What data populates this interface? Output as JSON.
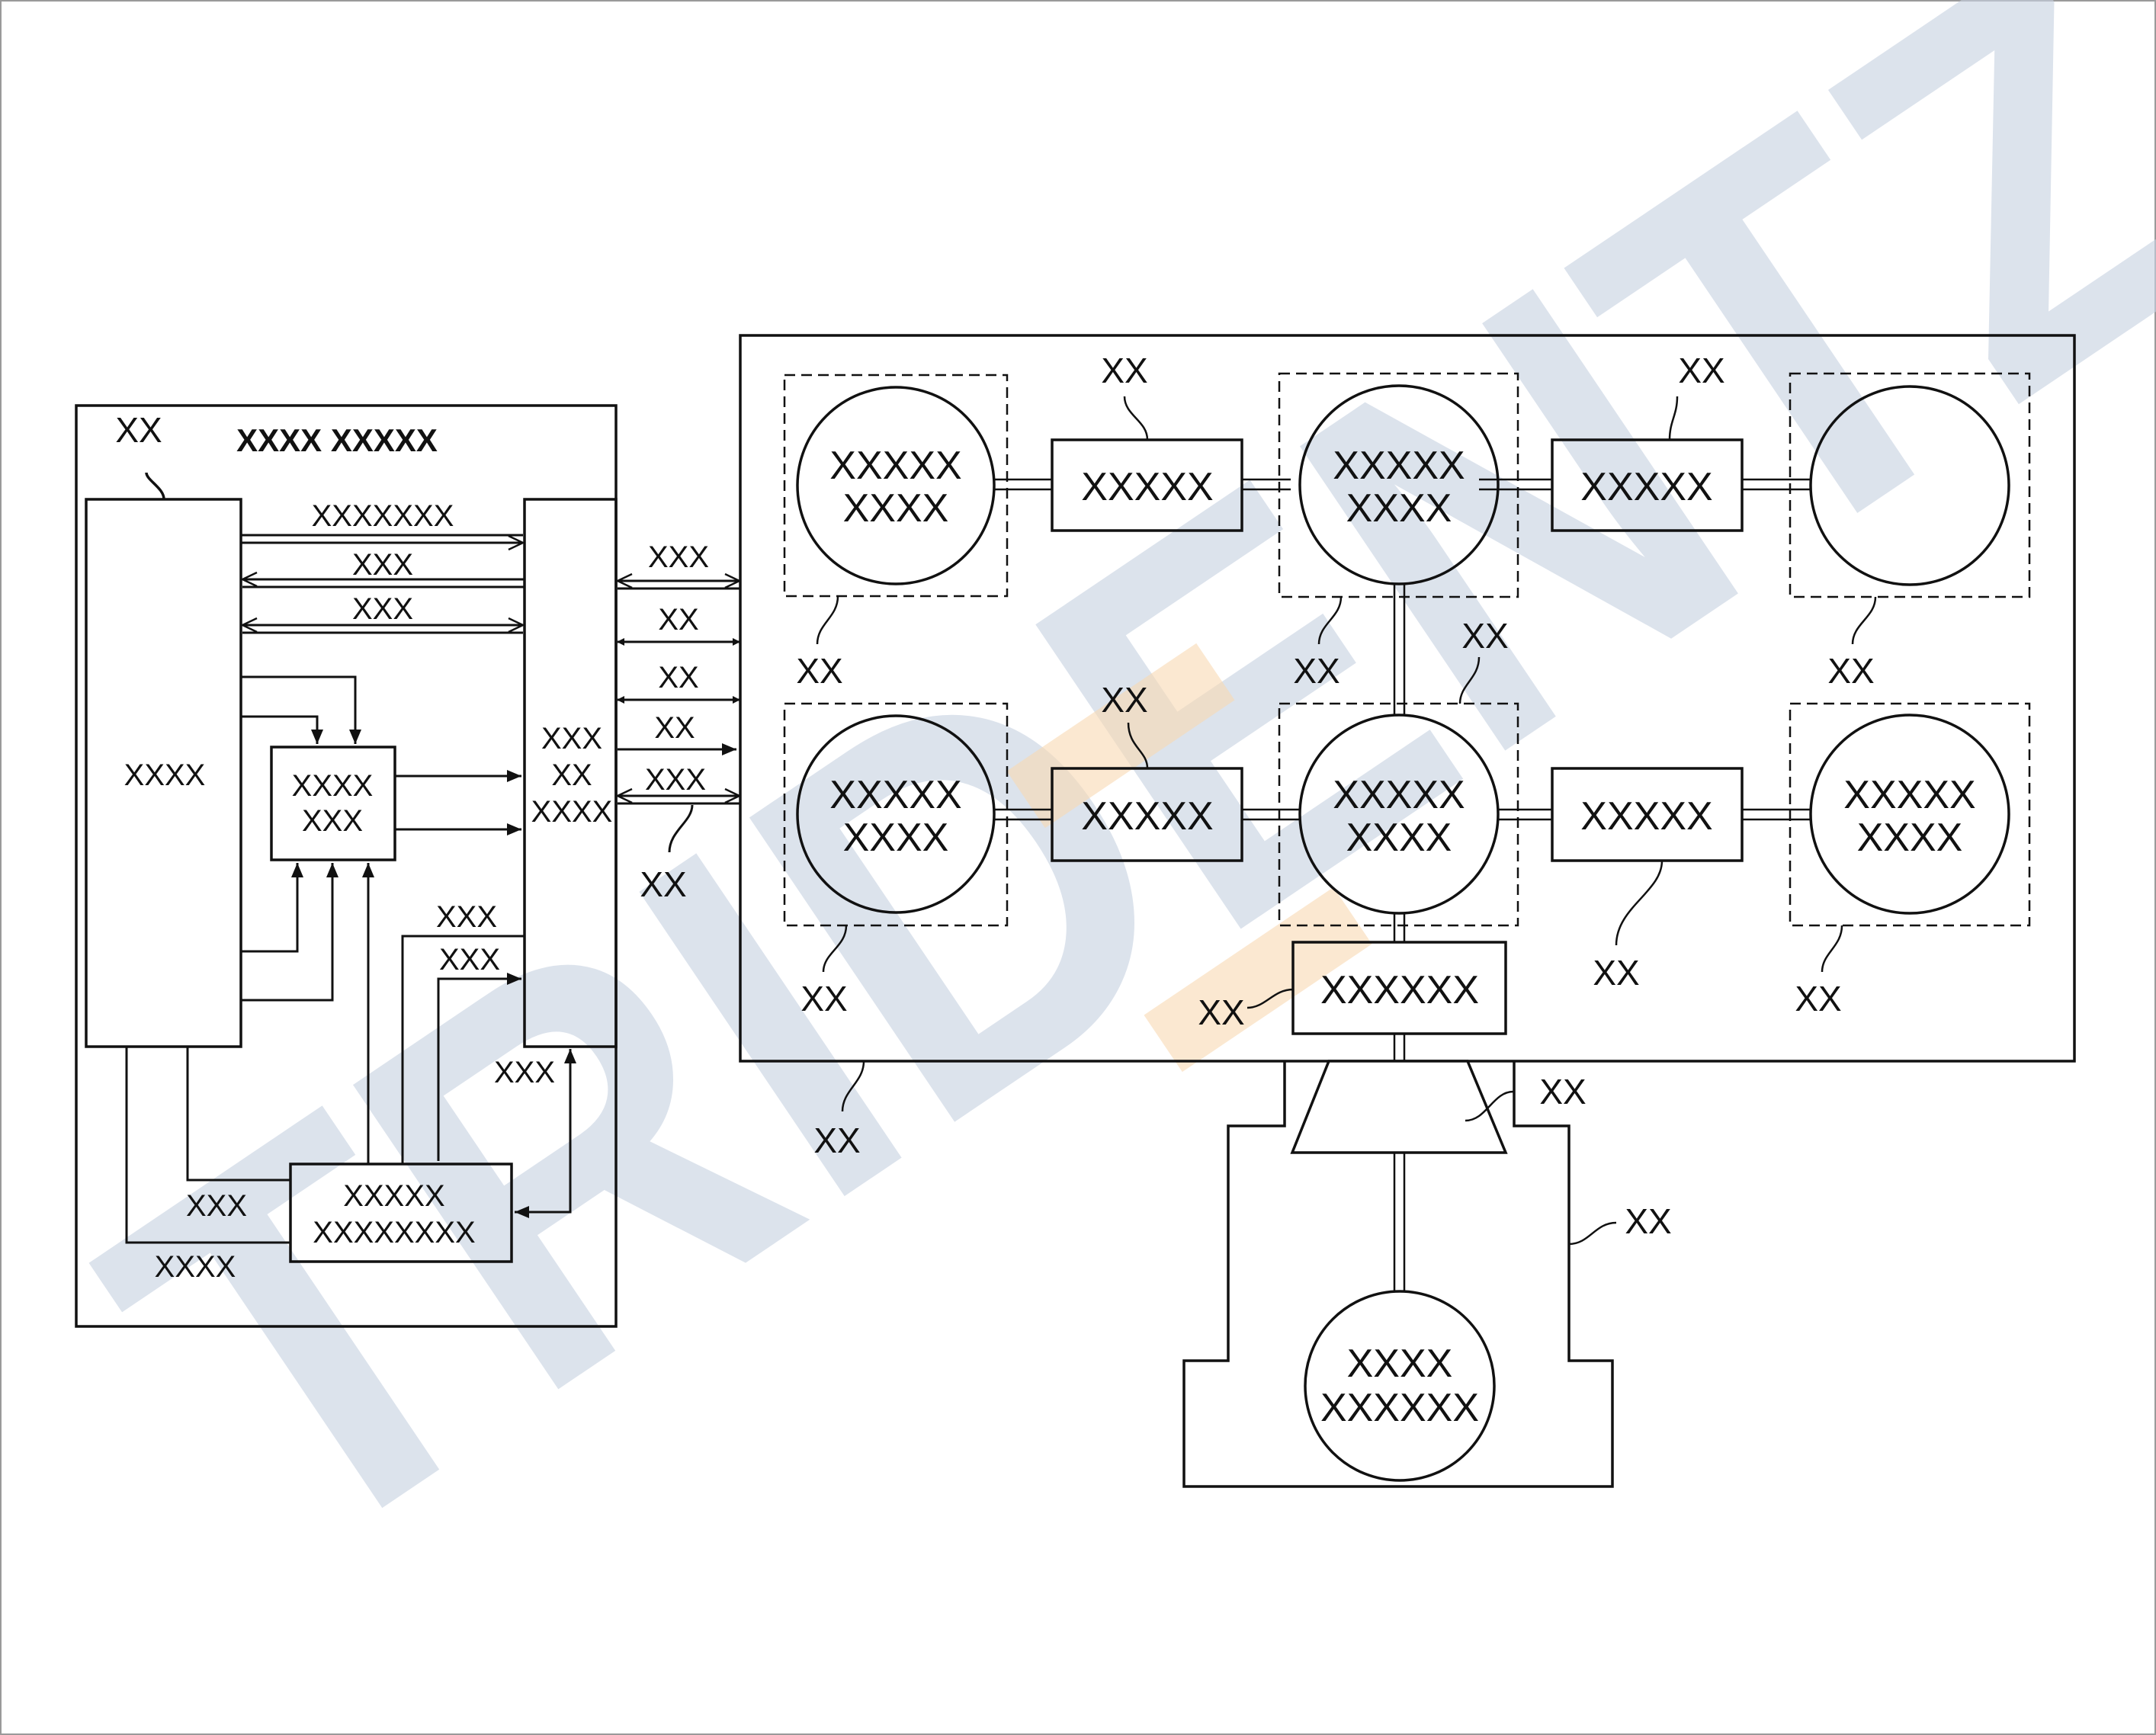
{
  "watermark": {
    "text": "TRIDENTZ",
    "color": "#c8d2e2",
    "accent_color": "#f8d9b2"
  },
  "left_unit": {
    "title": "XXXX XXXXX",
    "ref": "XX",
    "main_block": "XXXX",
    "inner_block": [
      "XXXX",
      "XXX"
    ],
    "interface_block": [
      "XXX",
      "XX",
      "XXXX"
    ],
    "bottom_block": [
      "XXXXX",
      "XXXXXXXX"
    ],
    "signals": {
      "s1": "XXXXXXX",
      "s2": "XXX",
      "s3": "XXX",
      "s4": "XXX",
      "s5": "XXX",
      "s6": "XXX",
      "s7": "XXX",
      "s8": "XXXX"
    }
  },
  "links": {
    "l1": "XXX",
    "l2": "XX",
    "l3": "XX",
    "l4": "XX",
    "l5": "XXX",
    "ref": "XX"
  },
  "right_unit": {
    "ref": "XX",
    "circles": {
      "c1": [
        "XXXXX",
        "XXXX"
      ],
      "c2": [
        "XXXXX",
        "XXXX"
      ],
      "c4": [
        "XXXXX",
        "XXXX"
      ],
      "c5": [
        "XXXXX",
        "XXXX"
      ],
      "c6": [
        "XXXXX",
        "XXXX"
      ]
    },
    "boxes": {
      "b1": "XXXXX",
      "b2": "XXXXX",
      "b3": "XXXXX",
      "b4": "XXXXX",
      "b5": "XXXXXX"
    },
    "refs": {
      "r_b1": "XX",
      "r_b2": "XX",
      "r_g1": "XX",
      "r_g2": "XX",
      "r_g3": "XX",
      "r_g4": "XX",
      "r_b3": "XX",
      "r_g5": "XX",
      "r_b4": "XX",
      "r_g6": "XX",
      "r_b5": "XX"
    }
  },
  "base": {
    "circle": [
      "XXXX",
      "XXXXXX"
    ],
    "ref_trap": "XX",
    "ref_base": "XX"
  }
}
